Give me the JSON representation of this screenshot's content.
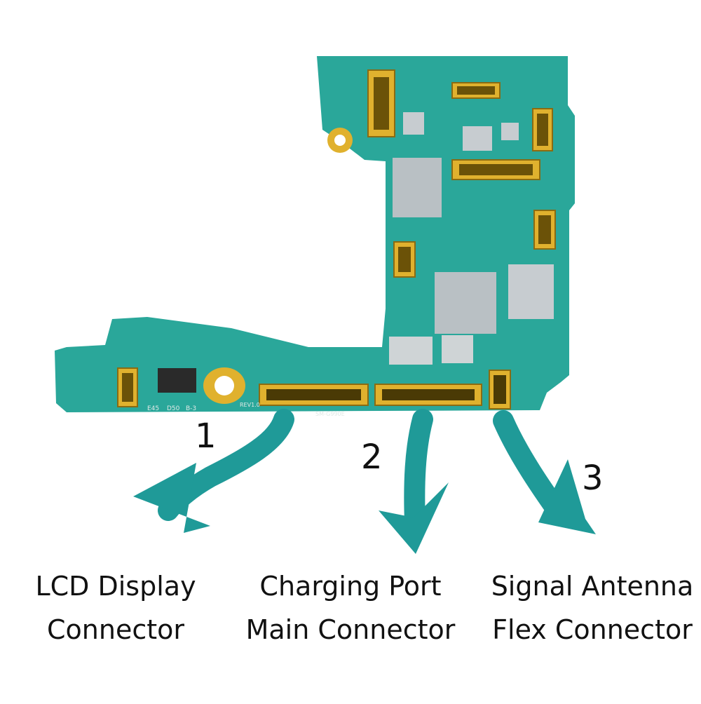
{
  "colors": {
    "board": "#2aa79a",
    "board_dark": "#1f8f82",
    "gold": "#e0b12e",
    "chip": "#b9c0c4",
    "arrow": "#1f9a98"
  },
  "callouts": [
    {
      "number": "1",
      "line1": "LCD Display",
      "line2": "Connector"
    },
    {
      "number": "2",
      "line1": "Charging Port",
      "line2": "Main Connector"
    },
    {
      "number": "3",
      "line1": "Signal Antenna",
      "line2": "Flex Connector"
    }
  ],
  "board_silkscreen": [
    "E45",
    "D50",
    "B-3",
    "SM-G990E",
    "REV1.0"
  ]
}
